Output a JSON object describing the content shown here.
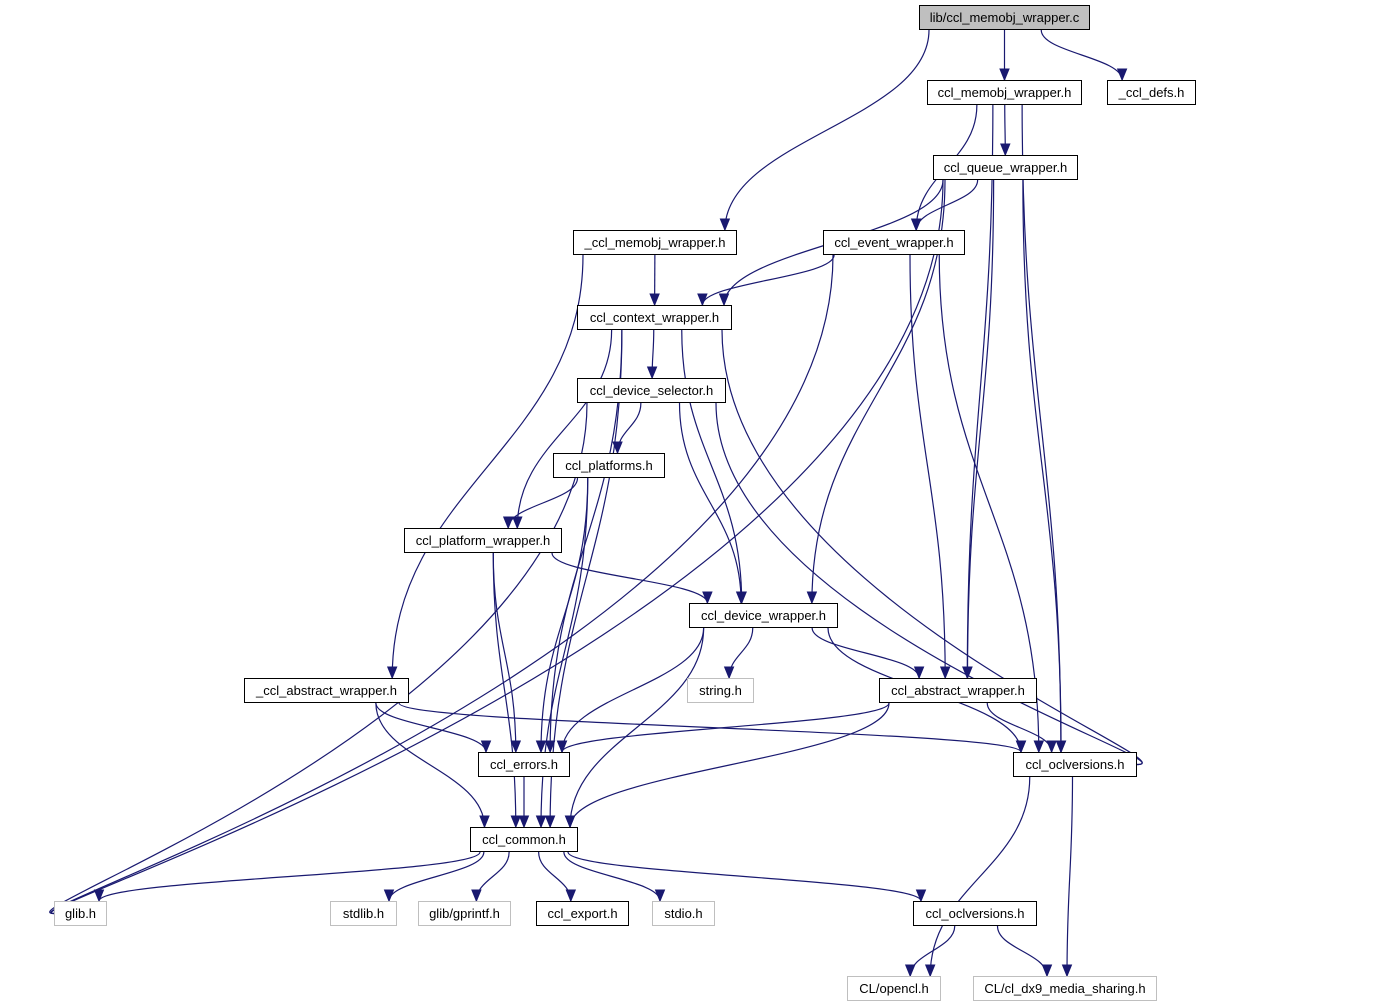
{
  "graph": {
    "title": "Include dependency graph for lib/ccl_memobj_wrapper.c",
    "edge_color": "#191970",
    "node_border_color": "#000000",
    "external_border_color": "#bfbfbf",
    "root_fill_color": "#bfbfbf",
    "nodes": [
      {
        "id": "root",
        "label": "lib/ccl_memobj_wrapper.c",
        "kind": "root"
      },
      {
        "id": "memobj_h",
        "label": "ccl_memobj_wrapper.h",
        "kind": "local"
      },
      {
        "id": "defs",
        "label": "_ccl_defs.h",
        "kind": "local"
      },
      {
        "id": "queue",
        "label": "ccl_queue_wrapper.h",
        "kind": "local"
      },
      {
        "id": "_memobj",
        "label": "_ccl_memobj_wrapper.h",
        "kind": "local"
      },
      {
        "id": "event",
        "label": "ccl_event_wrapper.h",
        "kind": "local"
      },
      {
        "id": "context",
        "label": "ccl_context_wrapper.h",
        "kind": "local"
      },
      {
        "id": "devsel",
        "label": "ccl_device_selector.h",
        "kind": "local"
      },
      {
        "id": "platforms",
        "label": "ccl_platforms.h",
        "kind": "local"
      },
      {
        "id": "platwrap",
        "label": "ccl_platform_wrapper.h",
        "kind": "local"
      },
      {
        "id": "devwrap",
        "label": "ccl_device_wrapper.h",
        "kind": "local"
      },
      {
        "id": "_abstract",
        "label": "_ccl_abstract_wrapper.h",
        "kind": "local"
      },
      {
        "id": "string",
        "label": "string.h",
        "kind": "external"
      },
      {
        "id": "abstract",
        "label": "ccl_abstract_wrapper.h",
        "kind": "local"
      },
      {
        "id": "errors",
        "label": "ccl_errors.h",
        "kind": "local"
      },
      {
        "id": "oclv1",
        "label": "ccl_oclversions.h",
        "kind": "local"
      },
      {
        "id": "common",
        "label": "ccl_common.h",
        "kind": "local"
      },
      {
        "id": "glib",
        "label": "glib.h",
        "kind": "external"
      },
      {
        "id": "stdlib",
        "label": "stdlib.h",
        "kind": "external"
      },
      {
        "id": "gprintf",
        "label": "glib/gprintf.h",
        "kind": "external"
      },
      {
        "id": "export",
        "label": "ccl_export.h",
        "kind": "local"
      },
      {
        "id": "stdio",
        "label": "stdio.h",
        "kind": "external"
      },
      {
        "id": "oclv2",
        "label": "ccl_oclversions.h",
        "kind": "local"
      },
      {
        "id": "opencl",
        "label": "CL/opencl.h",
        "kind": "external"
      },
      {
        "id": "dx9",
        "label": "CL/cl_dx9_media_sharing.h",
        "kind": "external"
      }
    ],
    "edges": [
      [
        "root",
        "_memobj"
      ],
      [
        "root",
        "memobj_h"
      ],
      [
        "root",
        "defs"
      ],
      [
        "memobj_h",
        "queue"
      ],
      [
        "memobj_h",
        "event"
      ],
      [
        "memobj_h",
        "abstract"
      ],
      [
        "memobj_h",
        "oclv1"
      ],
      [
        "queue",
        "glib"
      ],
      [
        "queue",
        "context"
      ],
      [
        "queue",
        "event"
      ],
      [
        "queue",
        "devwrap"
      ],
      [
        "queue",
        "abstract"
      ],
      [
        "queue",
        "oclv1"
      ],
      [
        "_memobj",
        "context"
      ],
      [
        "_memobj",
        "_abstract"
      ],
      [
        "event",
        "context"
      ],
      [
        "event",
        "glib"
      ],
      [
        "event",
        "abstract"
      ],
      [
        "event",
        "oclv1"
      ],
      [
        "context",
        "devsel"
      ],
      [
        "context",
        "common"
      ],
      [
        "context",
        "errors"
      ],
      [
        "context",
        "platwrap"
      ],
      [
        "context",
        "devwrap"
      ],
      [
        "context",
        "oclv1"
      ],
      [
        "devsel",
        "platforms"
      ],
      [
        "devsel",
        "glib"
      ],
      [
        "devsel",
        "devwrap"
      ],
      [
        "devsel",
        "oclv1"
      ],
      [
        "platforms",
        "platwrap"
      ],
      [
        "platforms",
        "errors"
      ],
      [
        "platforms",
        "common"
      ],
      [
        "platwrap",
        "devwrap"
      ],
      [
        "platwrap",
        "errors"
      ],
      [
        "platwrap",
        "common"
      ],
      [
        "devwrap",
        "string"
      ],
      [
        "devwrap",
        "abstract"
      ],
      [
        "devwrap",
        "errors"
      ],
      [
        "devwrap",
        "common"
      ],
      [
        "devwrap",
        "oclv1"
      ],
      [
        "_abstract",
        "errors"
      ],
      [
        "_abstract",
        "common"
      ],
      [
        "_abstract",
        "oclv1"
      ],
      [
        "abstract",
        "errors"
      ],
      [
        "abstract",
        "common"
      ],
      [
        "abstract",
        "oclv1"
      ],
      [
        "errors",
        "common"
      ],
      [
        "oclv1",
        "opencl"
      ],
      [
        "oclv1",
        "dx9"
      ],
      [
        "common",
        "glib"
      ],
      [
        "common",
        "stdlib"
      ],
      [
        "common",
        "gprintf"
      ],
      [
        "common",
        "export"
      ],
      [
        "common",
        "stdio"
      ],
      [
        "common",
        "oclv2"
      ],
      [
        "oclv2",
        "opencl"
      ],
      [
        "oclv2",
        "dx9"
      ]
    ]
  }
}
